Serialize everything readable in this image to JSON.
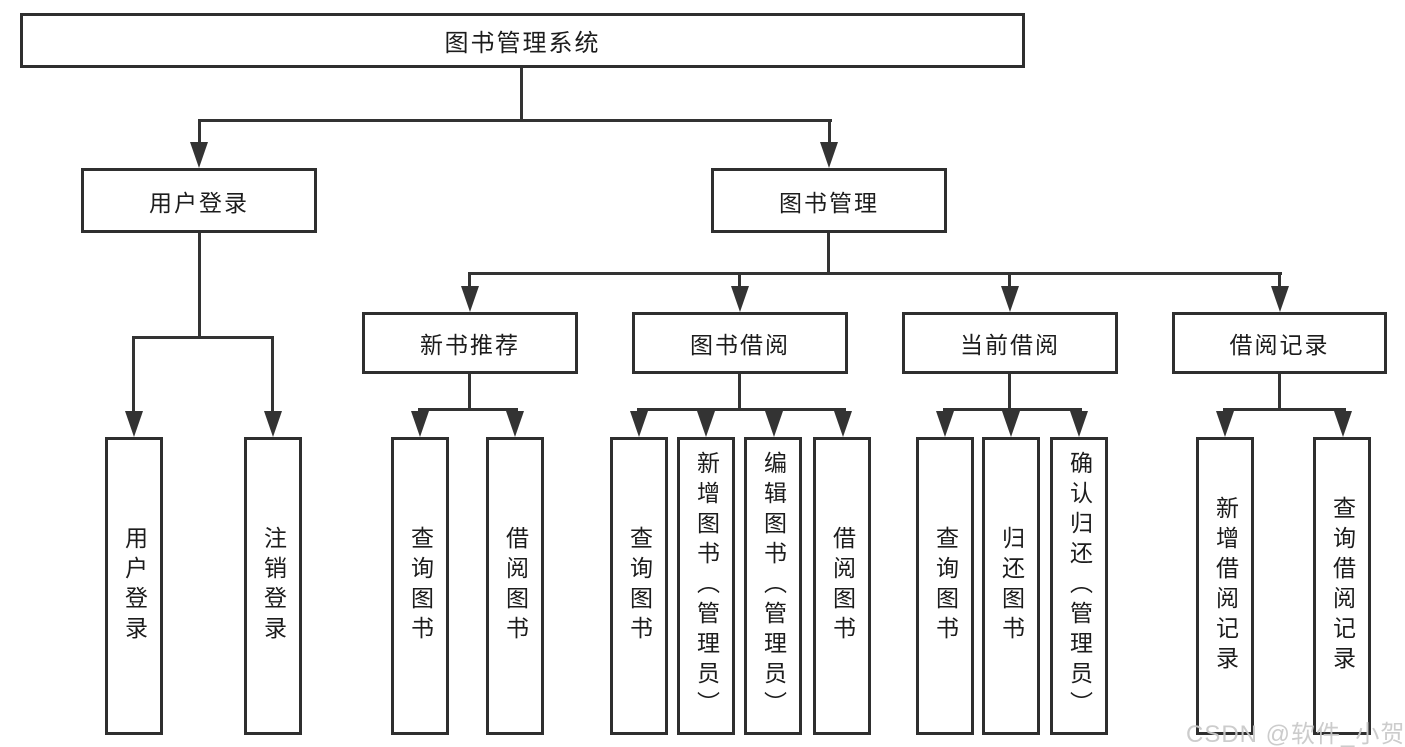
{
  "tree": {
    "root": "图书管理系统",
    "branches": [
      {
        "label": "用户登录",
        "children": [
          {
            "label": "用户登录"
          },
          {
            "label": "注销登录"
          }
        ]
      },
      {
        "label": "图书管理",
        "children": [
          {
            "label": "新书推荐",
            "children": [
              {
                "label": "查询图书"
              },
              {
                "label": "借阅图书"
              }
            ]
          },
          {
            "label": "图书借阅",
            "children": [
              {
                "label": "查询图书"
              },
              {
                "label": "新增图书（管理员）"
              },
              {
                "label": "编辑图书（管理员）"
              },
              {
                "label": "借阅图书"
              }
            ]
          },
          {
            "label": "当前借阅",
            "children": [
              {
                "label": "查询图书"
              },
              {
                "label": "归还图书"
              },
              {
                "label": "确认归还（管理员）"
              }
            ]
          },
          {
            "label": "借阅记录",
            "children": [
              {
                "label": "新增借阅记录"
              },
              {
                "label": "查询借阅记录"
              }
            ]
          }
        ]
      }
    ]
  },
  "watermark": {
    "text": "CSDN @软件_小贺同学"
  },
  "colors": {
    "line": "#333333",
    "border": "#2f2f2f",
    "text": "#1c1c1c",
    "watermark": "#c9c9c9",
    "background": "#ffffff"
  }
}
